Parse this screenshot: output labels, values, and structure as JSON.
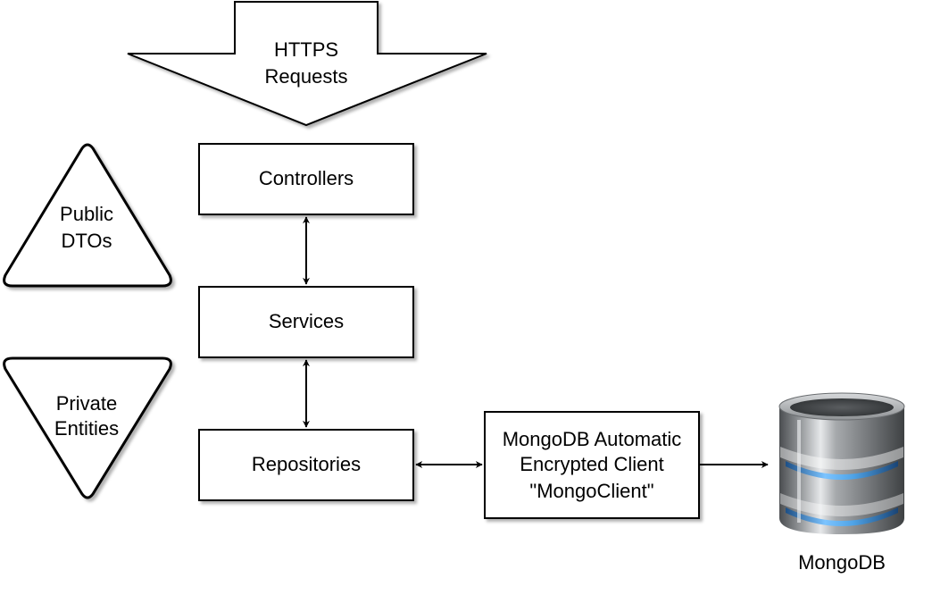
{
  "diagram": {
    "https_requests": {
      "line1": "HTTPS",
      "line2": "Requests"
    },
    "controllers": "Controllers",
    "services": "Services",
    "repositories": "Repositories",
    "public_dtos": {
      "line1": "Public",
      "line2": "DTOs"
    },
    "private_entities": {
      "line1": "Private",
      "line2": "Entities"
    },
    "mongo_client": {
      "line1": "MongoDB Automatic",
      "line2": "Encrypted Client",
      "line3": "\"MongoClient\""
    },
    "database_label": "MongoDB"
  },
  "colors": {
    "stroke": "#000000",
    "fill": "#ffffff",
    "db_body": "#8a8d90",
    "db_glow": "#4fa3e6"
  },
  "icons": {
    "database": "database-cylinder-icon"
  }
}
